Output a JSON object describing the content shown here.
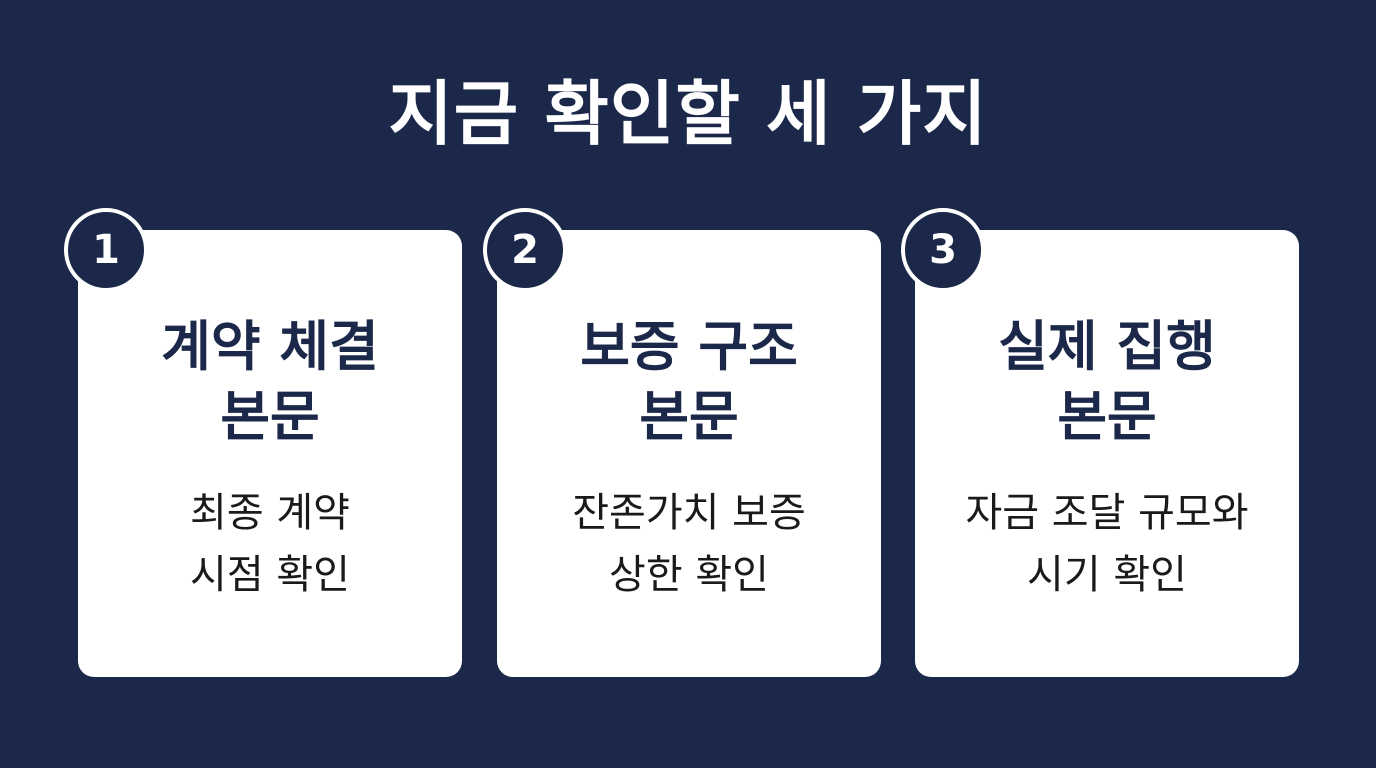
{
  "title": "지금 확인할 세 가지",
  "colors": {
    "background": "#1b2849",
    "card": "#ffffff",
    "card_title": "#1b2849",
    "card_text": "#1a1a1a"
  },
  "cards": [
    {
      "number": "1",
      "title_lines": [
        "계약 체결",
        "본문"
      ],
      "desc_lines": [
        "최종 계약",
        "시점 확인"
      ]
    },
    {
      "number": "2",
      "title_lines": [
        "보증 구조",
        "본문"
      ],
      "desc_lines": [
        "잔존가치 보증",
        "상한 확인"
      ]
    },
    {
      "number": "3",
      "title_lines": [
        "실제 집행",
        "본문"
      ],
      "desc_lines": [
        "자금 조달 규모와",
        "시기 확인"
      ]
    }
  ]
}
